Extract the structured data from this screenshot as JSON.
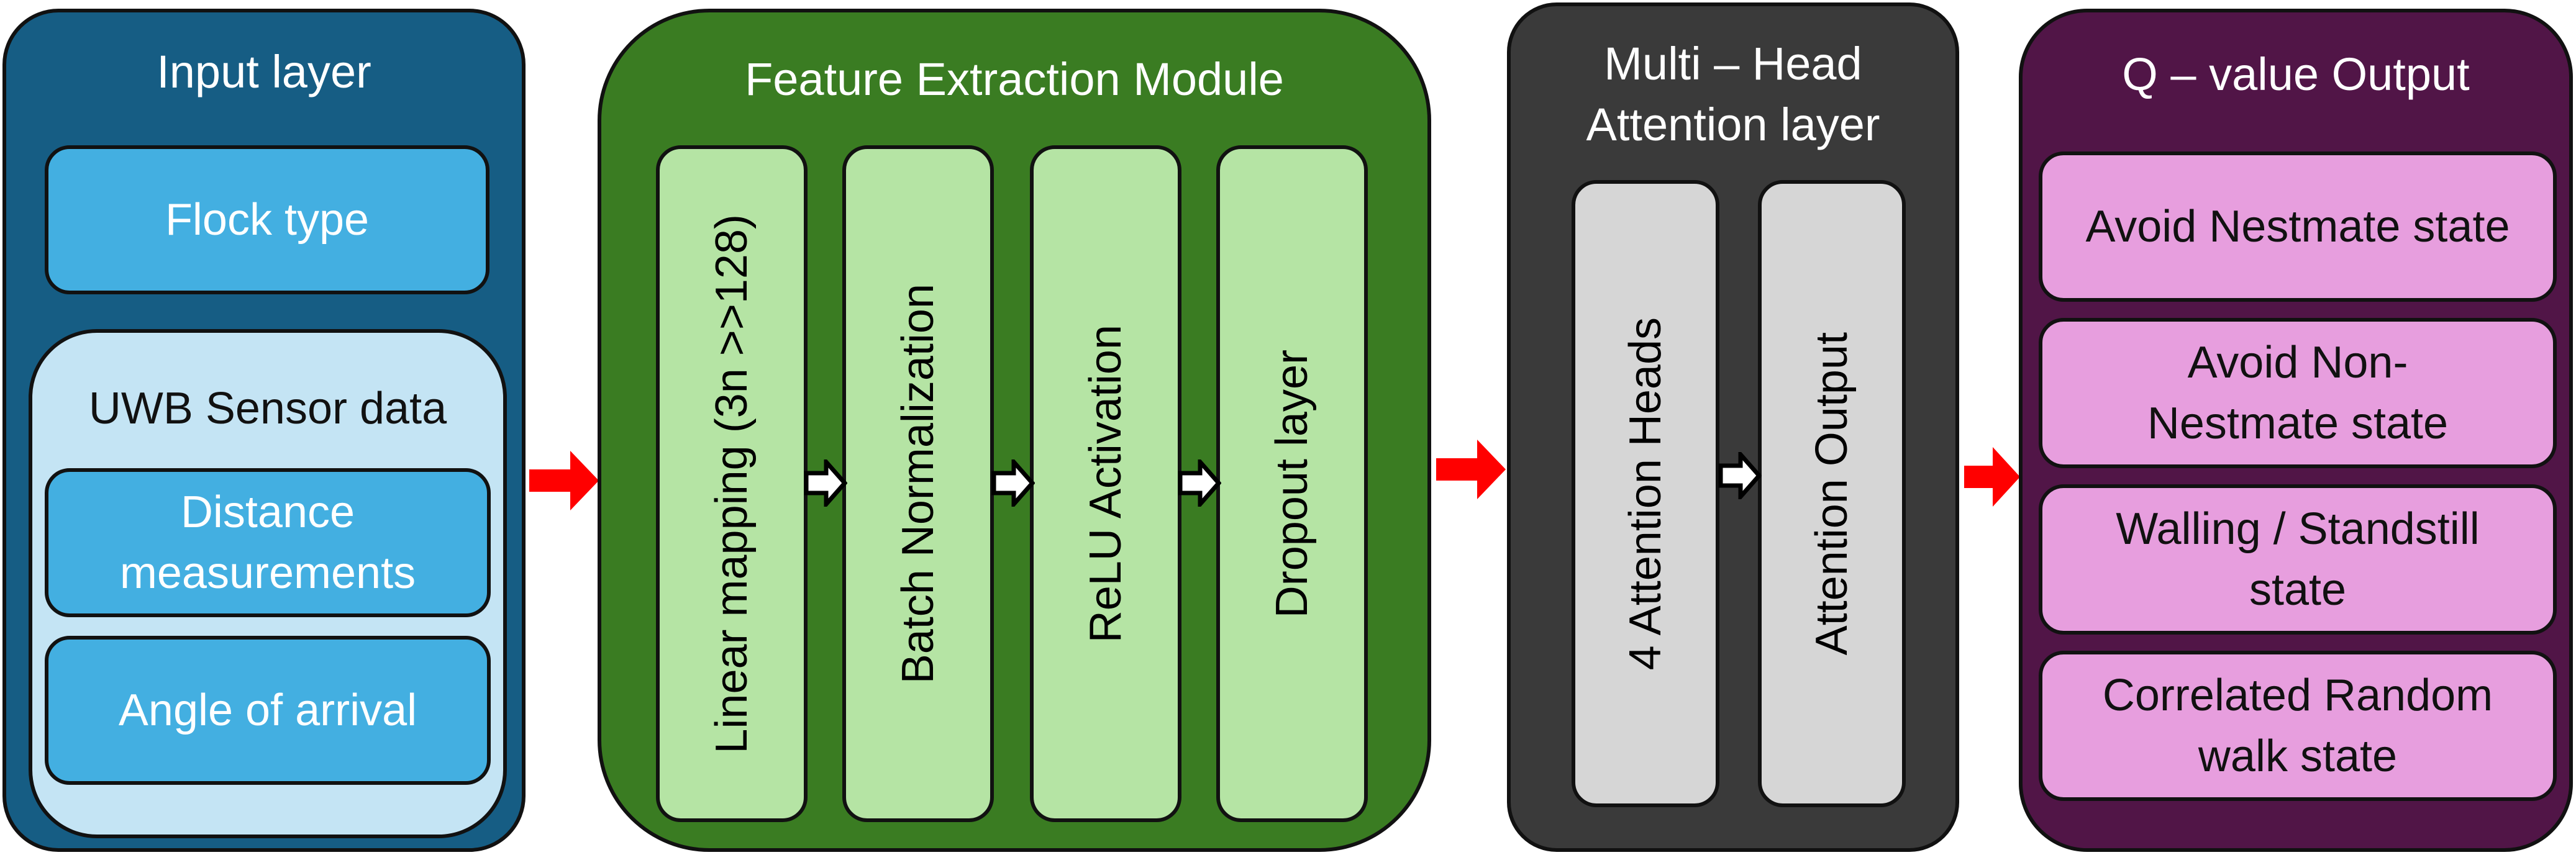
{
  "input_layer": {
    "title": "Input layer",
    "flock_type": "Flock type",
    "uwb_group": {
      "title": "UWB Sensor data",
      "distance": "Distance measurements",
      "angle": "Angle of arrival"
    }
  },
  "feature_module": {
    "title": "Feature Extraction Module",
    "steps": [
      "Linear mapping  (3n >>128)",
      "Batch Normalization",
      "ReLU Activation",
      "Dropout layer"
    ]
  },
  "attention_layer": {
    "title": "Multi – Head Attention layer",
    "steps": [
      "4 Attention Heads",
      "Attention Output"
    ]
  },
  "q_output": {
    "title": "Q – value Output",
    "states": [
      "Avoid Nestmate state",
      "Avoid Non-Nestmate state",
      "Walling / Standstill state",
      "Correlated Random walk state"
    ]
  },
  "colors": {
    "input_panel": "#165d84",
    "uwb_group": "#c4e4f4",
    "input_box": "#43afe1",
    "feature_panel": "#3a7c22",
    "feature_box": "#b5e4a4",
    "attention_panel": "#3a3a3a",
    "attention_box": "#d6d6d6",
    "output_panel": "#511547",
    "output_box": "#e79ede",
    "flow_arrow": "#ff0000"
  }
}
